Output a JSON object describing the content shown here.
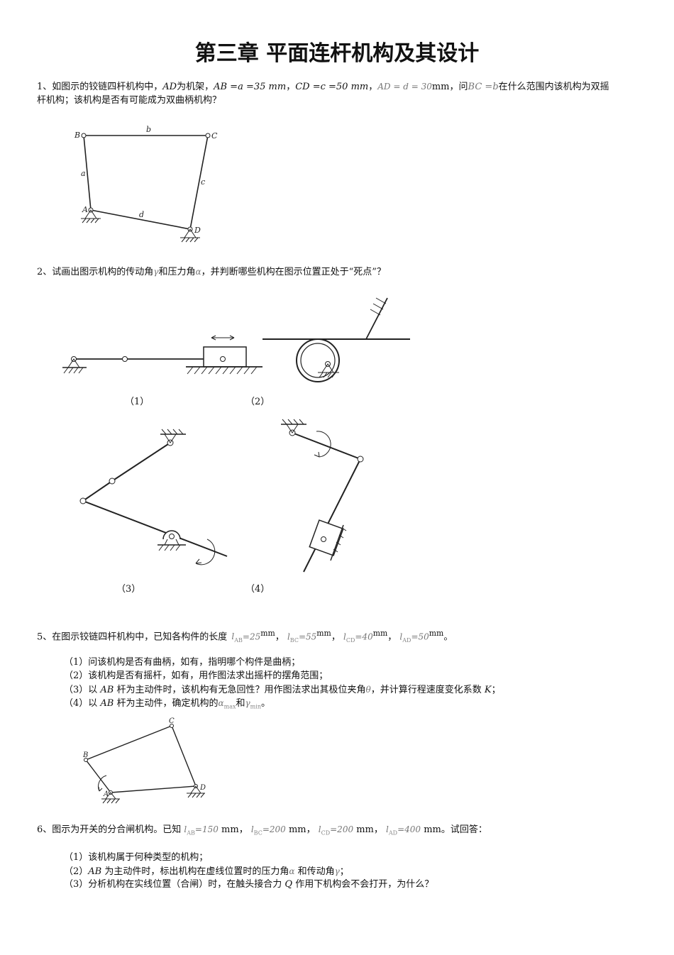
{
  "title": "第三章 平面连杆机构及其设计",
  "q1": {
    "line1_pre": "1、如图示的铰链四杆机构中，",
    "ad": "AD",
    "line1_mid": "为机架，",
    "ab_expr": "AB =a =35  mm",
    "cd_expr": "CD =c =50  mm",
    "ad_expr": "AD = d = 30",
    "mm": "mm",
    "ask": "问",
    "bc_expr": "BC =b",
    "line1_post": "在什么范围内该机构为双摇",
    "line2": "杆机构；该机构是否有可能成为双曲柄机构？",
    "labels": {
      "b": "b",
      "c": "c",
      "a": "a",
      "d": "d",
      "A": "A",
      "B": "B",
      "C": "C",
      "D": "D"
    }
  },
  "q2": {
    "text_pre": "2、试画出图示机构的传动角",
    "gamma": "γ",
    "text_mid": "和压力角",
    "alpha": "α",
    "text_post": "，并判断哪些机构在图示位置正处于“死点”？",
    "captions": [
      "（1）",
      "（2）",
      "（3）",
      "（4）"
    ]
  },
  "q5": {
    "text": "5、在图示铰链四杆机构中，已知各构件的长度",
    "lengths": [
      {
        "sub": "AB",
        "val": "=25"
      },
      {
        "sub": "BC",
        "val": "=55"
      },
      {
        "sub": "CD",
        "val": "=40"
      },
      {
        "sub": "AD",
        "val": "=50"
      }
    ],
    "unit": "mm",
    "sep": "，",
    "end": "。",
    "items": [
      "（1）问该机构是否有曲柄，如有，指明哪个构件是曲柄；",
      "（2）该机构是否有摇杆，如有，用作图法求出摇杆的摆角范围；"
    ],
    "item3_pre": "（3）以 ",
    "item3_ab": "AB",
    "item3_mid": " 杆为主动件时，该机构有无急回性？用作图法求出其极位夹角",
    "theta": "θ",
    "item3_mid2": "，并计算行程速度变化系数 ",
    "item3_k": "K",
    "item3_end": "；",
    "item4_pre": "（4）以 ",
    "item4_ab": "AB",
    "item4_mid": " 杆为主动件，确定机构的",
    "alpha": "α",
    "alpha_sub": "max",
    "and": "和",
    "gamma": "γ",
    "gamma_sub": "min",
    "item4_end": "。",
    "labels": {
      "A": "A",
      "B": "B",
      "C": "C",
      "D": "D"
    }
  },
  "q6": {
    "text": "6、图示为开关的分合闸机构。已知",
    "lengths": [
      {
        "sub": "AB",
        "val": "=150"
      },
      {
        "sub": "BC",
        "val": "=200"
      },
      {
        "sub": "CD",
        "val": "=200"
      },
      {
        "sub": "AD",
        "val": "=400"
      }
    ],
    "unit": "mm",
    "end": "。试回答：",
    "items": [
      "（1）该机构属于何种类型的机构；"
    ],
    "item2_pre": "（2）",
    "item2_ab": "AB",
    "item2_mid": " 为主动件时，标出机构在虚线位置时的压力角",
    "alpha": "α",
    "item2_mid2": " 和传动角",
    "gamma": "γ",
    "item2_end": "；",
    "item3_pre": "（3）分析机构在实线位置（合闸）时，在触头接合力 ",
    "item3_q": "Q",
    "item3_end": " 作用下机构会不会打开，为什么？"
  }
}
